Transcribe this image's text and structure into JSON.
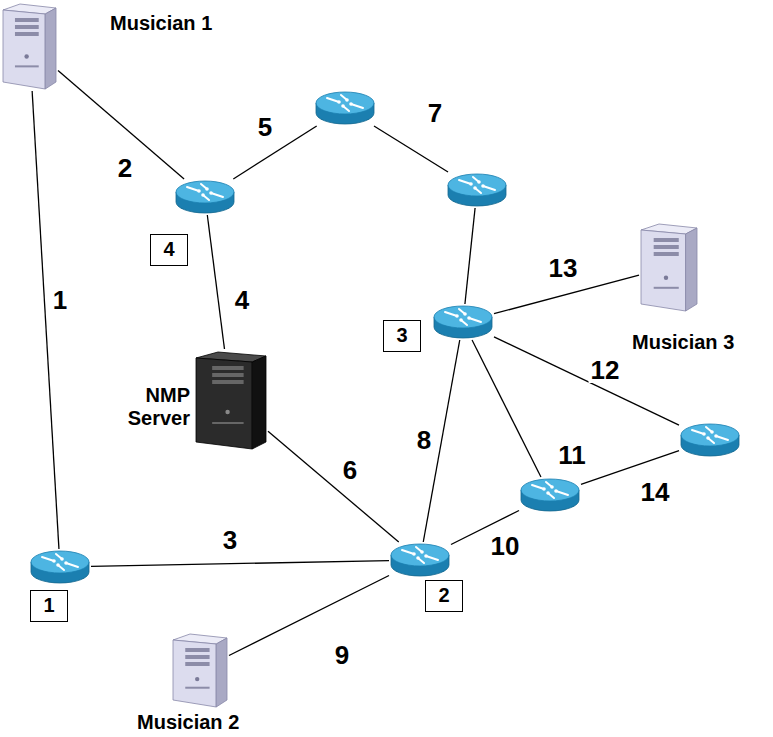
{
  "diagram": {
    "nodes": [
      {
        "text": [
          "Musician 1"
        ]
      },
      {
        "text": [
          "4"
        ]
      },
      {
        "text": []
      },
      {
        "text": []
      },
      {
        "text": [
          "Musician 3"
        ]
      },
      {
        "text": [
          "3"
        ]
      },
      {
        "text": [
          "NMP Server"
        ]
      },
      {
        "text": []
      },
      {
        "text": []
      },
      {
        "text": [
          "1"
        ]
      },
      {
        "text": [
          "2"
        ]
      },
      {
        "text": [
          "Musician 2"
        ]
      }
    ],
    "edges": [
      {
        "from": 0,
        "to": 9,
        "arrow": "none",
        "label": "1"
      },
      {
        "from": 0,
        "to": 1,
        "arrow": "none",
        "label": "2"
      },
      {
        "from": 9,
        "to": 10,
        "arrow": "none",
        "label": "3"
      },
      {
        "from": 1,
        "to": 6,
        "arrow": "none",
        "label": "4"
      },
      {
        "from": 1,
        "to": 2,
        "arrow": "none",
        "label": "5"
      },
      {
        "from": 6,
        "to": 10,
        "arrow": "none",
        "label": "6"
      },
      {
        "from": 2,
        "to": 3,
        "arrow": "none",
        "label": "7"
      },
      {
        "from": 3,
        "to": 5,
        "arrow": "none"
      },
      {
        "from": 5,
        "to": 10,
        "arrow": "none",
        "label": "8"
      },
      {
        "from": 10,
        "to": 11,
        "arrow": "none",
        "label": "9"
      },
      {
        "from": 10,
        "to": 8,
        "arrow": "none",
        "label": "10"
      },
      {
        "from": 5,
        "to": 8,
        "arrow": "none",
        "label": "11"
      },
      {
        "from": 5,
        "to": 7,
        "arrow": "none",
        "label": "12"
      },
      {
        "from": 5,
        "to": 4,
        "arrow": "none",
        "label": "13"
      },
      {
        "from": 8,
        "to": 7,
        "arrow": "none",
        "label": "14"
      }
    ]
  }
}
